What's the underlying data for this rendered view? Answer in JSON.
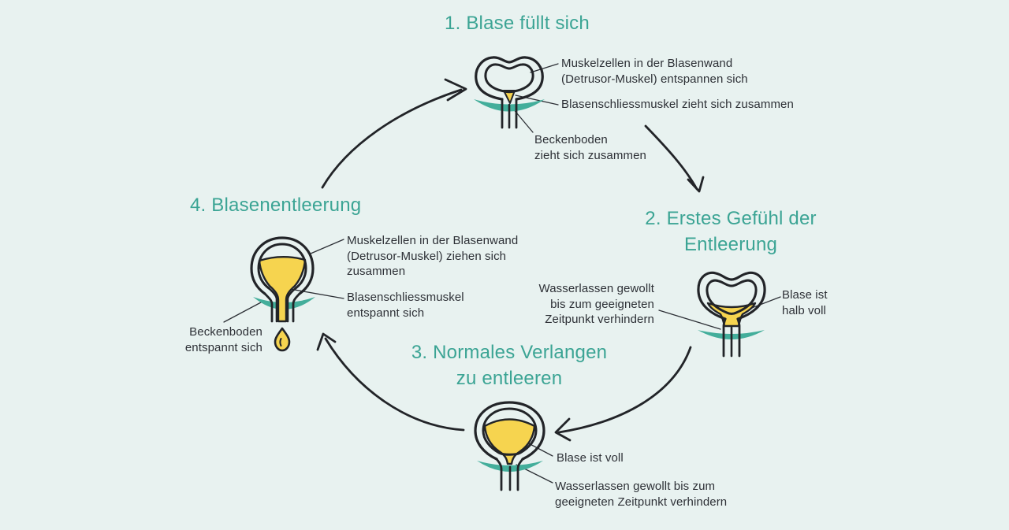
{
  "diagram": {
    "language": "de",
    "topic": "Blasenzyklus (bladder cycle)"
  },
  "colors": {
    "background": "#E8F2F0",
    "accent_teal_text": "#3BA494",
    "muscle_band_teal": "#43AE9B",
    "urine_yellow": "#F6D44F",
    "outline_dark": "#222428",
    "label_text": "#2D3036"
  },
  "steps": [
    {
      "number": "1",
      "title": "1. Blase füllt sich",
      "labels": [
        {
          "text": "Muskelzellen in der Blasenwand\n(Detrusor-Muskel) entspannen sich"
        },
        {
          "text": "Blasenschliessmuskel zieht sich zusammen"
        },
        {
          "text": "Beckenboden\nzieht sich zusammen"
        }
      ]
    },
    {
      "number": "2",
      "title": "2. Erstes Gefühl der\nEntleerung",
      "labels": [
        {
          "text": "Wasserlassen gewollt\nbis zum geeigneten\nZeitpunkt verhindern"
        },
        {
          "text": "Blase ist\nhalb voll"
        }
      ]
    },
    {
      "number": "3",
      "title": "3. Normales Verlangen\nzu entleeren",
      "labels": [
        {
          "text": "Blase ist voll"
        },
        {
          "text": "Wasserlassen gewollt bis zum\ngeeigneten Zeitpunkt verhindern"
        }
      ]
    },
    {
      "number": "4",
      "title": "4. Blasenentleerung",
      "labels": [
        {
          "text": "Muskelzellen in der Blasenwand\n(Detrusor-Muskel) ziehen sich\nzusammen"
        },
        {
          "text": "Blasenschliessmuskel\nentspannt sich"
        },
        {
          "text": "Beckenboden\nentspannt sich"
        }
      ]
    }
  ]
}
